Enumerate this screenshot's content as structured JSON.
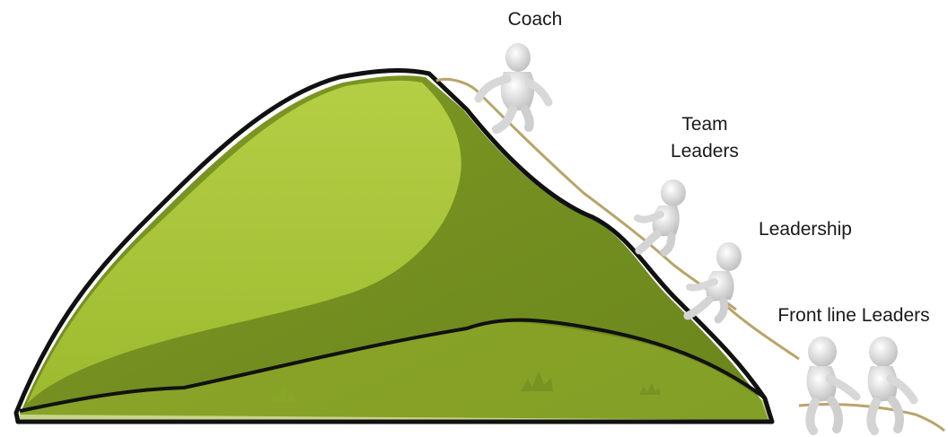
{
  "labels": {
    "coach": "Coach",
    "team_leaders": "Team\nLeaders",
    "leadership": "Leadership",
    "front_line_leaders": "Front line Leaders"
  },
  "colors": {
    "hill_light": "#a8c43a",
    "hill_mid": "#8aa629",
    "hill_dark": "#6f8a1f",
    "outline": "#111111",
    "rope": "#b8a56a",
    "figure": "#ececec",
    "figure_shade": "#c9c9c9"
  },
  "icons": [
    "hill-illustration",
    "figure-coach",
    "figure-team-leader",
    "figure-leadership",
    "figure-front-line-1",
    "figure-front-line-2",
    "rope"
  ]
}
